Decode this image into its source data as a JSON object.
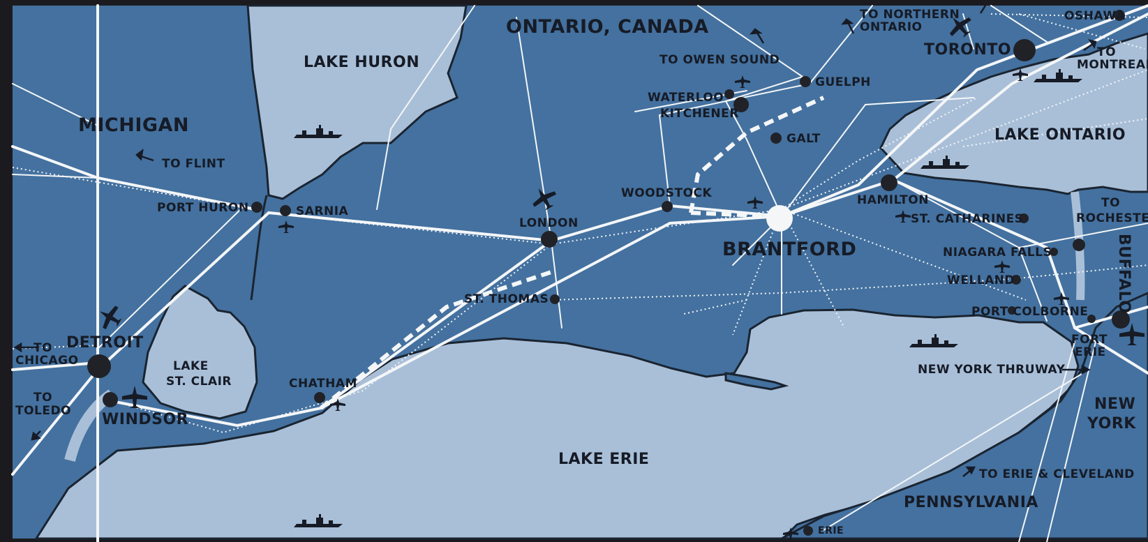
{
  "map": {
    "colors": {
      "land": "#44719f",
      "water": "#a9bfd8",
      "shore": "#1a2430",
      "road": "#f4f6f8",
      "city": "#202228",
      "brantford": "#f4f6f8",
      "frame": "#1b1b1f"
    },
    "labels": {
      "region_title": "ONTARIO, CANADA",
      "lake_huron": "LAKE HURON",
      "lake_ontario": "LAKE ONTARIO",
      "lake_erie": "LAKE ERIE",
      "lake_st_clair_1": "LAKE",
      "lake_st_clair_2": "ST. CLAIR",
      "michigan": "MICHIGAN",
      "new_york_1": "NEW",
      "new_york_2": "YORK",
      "pennsylvania": "PENNSYLVANIA",
      "to_northern_1": "TO NORTHERN",
      "to_northern_2": "ONTARIO",
      "to_owen_sound": "TO OWEN SOUND",
      "to_flint": "TO FLINT",
      "to_montreal_1": "TO",
      "to_montreal_2": "MONTREAL",
      "to_rochester_1": "TO",
      "to_rochester_2": "ROCHESTER",
      "to_chicago_1": "TO",
      "to_chicago_2": "CHICAGO",
      "to_toledo_1": "TO",
      "to_toledo_2": "TOLEDO",
      "to_erie_cleveland": "TO ERIE & CLEVELAND",
      "ny_thruway": "NEW YORK THRUWAY"
    },
    "cities": {
      "toronto": "TORONTO",
      "oshawa": "OSHAWA",
      "guelph": "GUELPH",
      "waterloo": "WATERLOO",
      "kitchener": "KITCHENER",
      "galt": "GALT",
      "woodstock": "WOODSTOCK",
      "london": "LONDON",
      "sarnia": "SARNIA",
      "port_huron": "PORT HURON",
      "brantford": "BRANTFORD",
      "hamilton": "HAMILTON",
      "st_catharines": "ST. CATHARINES",
      "niagara_falls": "NIAGARA FALLS",
      "welland": "WELLAND",
      "port_colborne": "PORT COLBORNE",
      "fort_erie_1": "FORT",
      "fort_erie_2": "ERIE",
      "buffalo": "BUFFALO",
      "st_thomas": "ST. THOMAS",
      "chatham": "CHATHAM",
      "detroit": "DETROIT",
      "windsor": "WINDSOR",
      "erie": "ERIE"
    },
    "icons": {
      "aircraft": "airplane-icon",
      "ship": "ship-icon",
      "direction": "arrow-icon"
    }
  }
}
